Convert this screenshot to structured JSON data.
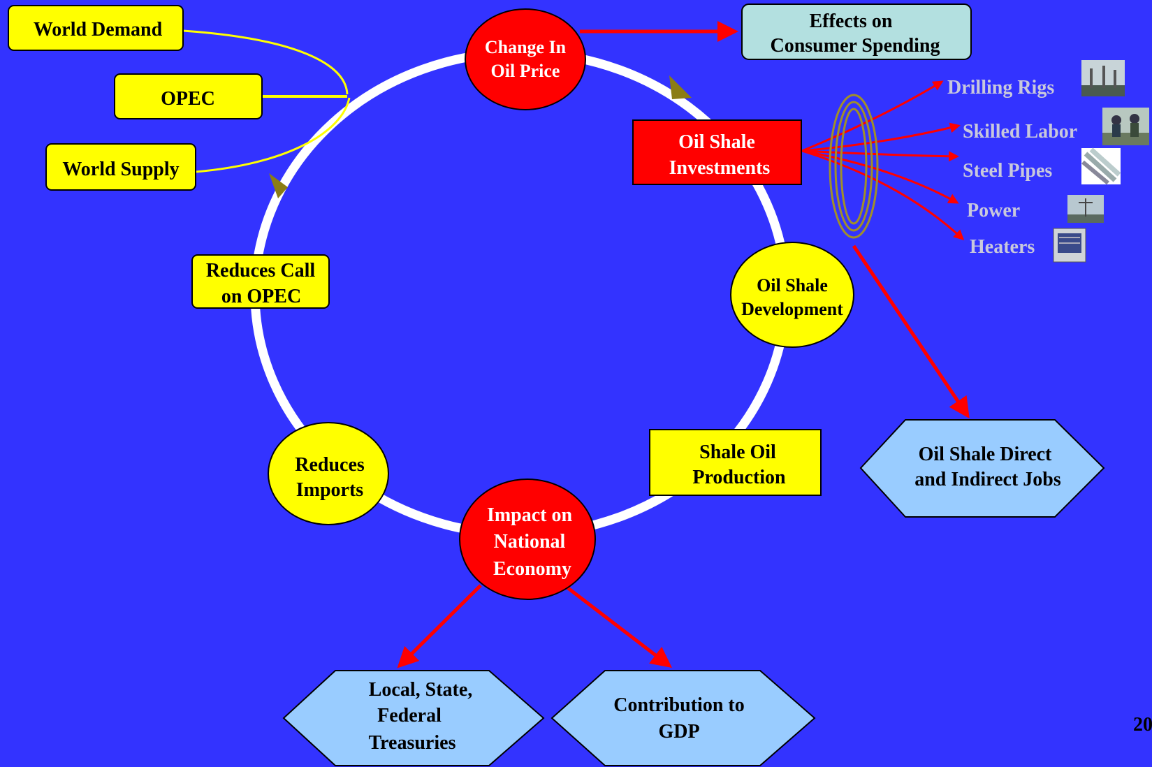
{
  "colors": {
    "background": "#3333ff",
    "cycle_ring": "#ffffff",
    "yellow_node": "#ffff00",
    "red_node": "#ff0000",
    "light_blue_node": "#99ccff",
    "pale_teal_box": "#b3e0e0",
    "red_arrow": "#ff0000",
    "yellow_arrow": "#ffff00",
    "olive_arrowhead": "#8b7d14",
    "input_label_text": "#c8c8dc"
  },
  "nodes": {
    "world_demand": {
      "label": "World Demand"
    },
    "opec": {
      "label": "OPEC"
    },
    "world_supply": {
      "label": "World Supply"
    },
    "change_in_oil_price": {
      "line1": "Change In",
      "line2": "Oil Price"
    },
    "effects_on_consumer_spending": {
      "line1": "Effects on",
      "line2": "Consumer Spending"
    },
    "oil_shale_investments": {
      "line1": "Oil Shale",
      "line2": "Investments"
    },
    "oil_shale_development": {
      "line1": "Oil Shale",
      "line2": "Development"
    },
    "shale_oil_production": {
      "line1": "Shale Oil",
      "line2": "Production"
    },
    "impact_on_national_economy": {
      "line1": "Impact on",
      "line2": "National",
      "line3": "Economy"
    },
    "reduces_imports": {
      "line1": "Reduces",
      "line2": "Imports"
    },
    "reduces_call_on_opec": {
      "line1": "Reduces Call",
      "line2": "on OPEC"
    },
    "oil_shale_jobs": {
      "line1": "Oil Shale Direct",
      "line2": "and Indirect Jobs"
    },
    "treasuries": {
      "line1": "Local, State,",
      "line2": "Federal",
      "line3": "Treasuries"
    },
    "gdp": {
      "line1": "Contribution to",
      "line2": "GDP"
    }
  },
  "investment_inputs": [
    {
      "label": "Drilling Rigs",
      "icon": "drilling-rig-photo-icon"
    },
    {
      "label": "Skilled Labor",
      "icon": "workers-photo-icon"
    },
    {
      "label": "Steel Pipes",
      "icon": "steel-pipes-photo-icon"
    },
    {
      "label": "Power",
      "icon": "power-lines-photo-icon"
    },
    {
      "label": "Heaters",
      "icon": "heater-photo-icon"
    }
  ],
  "page_number": "20"
}
